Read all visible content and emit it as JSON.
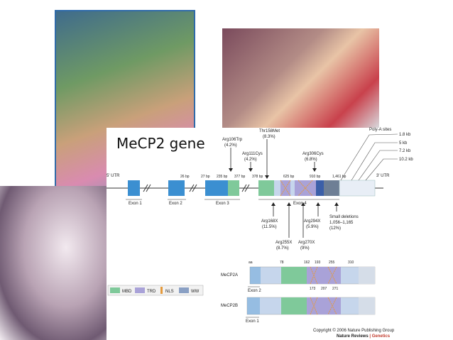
{
  "title": "MeCP2 gene",
  "photos": [
    {
      "name": "girl-outdoor-photo"
    },
    {
      "name": "girl-bed-photo"
    },
    {
      "name": "girl-sepia-photo"
    }
  ],
  "utr5": "5' UTR",
  "utr3": "3' UTR",
  "polya": {
    "label": "Poly-A sites",
    "sizes": [
      "1.8 kb",
      "5 kb",
      "7.2 kb",
      "10.2 kb"
    ]
  },
  "exons": [
    "Exon 1",
    "Exon 2",
    "Exon 3",
    "Exon 4"
  ],
  "bp": [
    "26 bp",
    "27 bp",
    "235 bp",
    "377 bp",
    "378 bp",
    "625 bp",
    "910 bp",
    "1,461 bp"
  ],
  "mutations_above": [
    {
      "name": "Arg106Trp",
      "pct": "(4.2%)"
    },
    {
      "name": "Arg111Cys",
      "pct": "(4.2%)"
    },
    {
      "name": "Thr158Met",
      "pct": "(8.3%)"
    },
    {
      "name": "Arg306Cys",
      "pct": "(6.8%)"
    }
  ],
  "mutations_below": [
    {
      "name": "Arg168X",
      "pct": "(11.5%)"
    },
    {
      "name": "Arg294X",
      "pct": "(5.9%)"
    },
    {
      "name": "Small deletions",
      "pct": "1,056–1,165",
      "pct2": "(12%)"
    },
    {
      "name": "Arg255X",
      "pct": "(8.7%)"
    },
    {
      "name": "Arg270X",
      "pct": "(9%)"
    }
  ],
  "protein": {
    "aa_label": "aa",
    "top_numbers": [
      "78",
      "162",
      "193",
      "255",
      "310"
    ],
    "bottom_numbers": [
      "173",
      "207",
      "271"
    ],
    "isoform_a": "MeCP2A",
    "isoform_b": "MeCP2B",
    "exon2_label": "Exon 2",
    "exon1_label": "Exon 1"
  },
  "legend": [
    "MBD",
    "TRD",
    "NLS",
    "WW"
  ],
  "colors": {
    "exon_blue": "#3b8fd1",
    "mbd": "#7fc99a",
    "trd": "#a9a2d8",
    "ww": "#8aa0c4",
    "nls": "#e59a3c",
    "exon4_blue": "#c6d6ec",
    "utr": "#e8eef6"
  },
  "copyright": "Copyright © 2006 Nature Publishing Group",
  "journal": "Nature Reviews",
  "journal_section": "Genetics"
}
